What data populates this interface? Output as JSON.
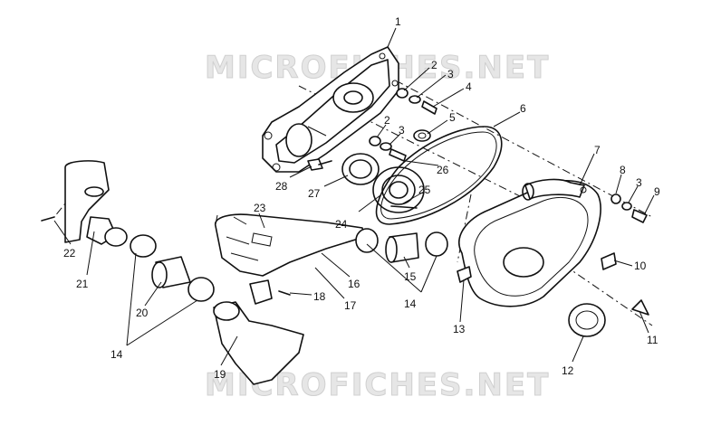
{
  "watermark": {
    "top": "MICROFICHES.NET",
    "bottom": "MICROFICHES.NET"
  },
  "callouts": [
    {
      "id": "c1",
      "label": "1"
    },
    {
      "id": "c2a",
      "label": "2"
    },
    {
      "id": "c3a",
      "label": "3"
    },
    {
      "id": "c4",
      "label": "4"
    },
    {
      "id": "c5",
      "label": "5"
    },
    {
      "id": "c2b",
      "label": "2"
    },
    {
      "id": "c3b",
      "label": "3"
    },
    {
      "id": "c6",
      "label": "6"
    },
    {
      "id": "c7",
      "label": "7"
    },
    {
      "id": "c8",
      "label": "8"
    },
    {
      "id": "c3c",
      "label": "3"
    },
    {
      "id": "c9",
      "label": "9"
    },
    {
      "id": "c10",
      "label": "10"
    },
    {
      "id": "c11",
      "label": "11"
    },
    {
      "id": "c12",
      "label": "12"
    },
    {
      "id": "c13",
      "label": "13"
    },
    {
      "id": "c14a",
      "label": "14"
    },
    {
      "id": "c14b",
      "label": "14"
    },
    {
      "id": "c15",
      "label": "15"
    },
    {
      "id": "c16",
      "label": "16"
    },
    {
      "id": "c17",
      "label": "17"
    },
    {
      "id": "c18",
      "label": "18"
    },
    {
      "id": "c19",
      "label": "19"
    },
    {
      "id": "c20",
      "label": "20"
    },
    {
      "id": "c21",
      "label": "21"
    },
    {
      "id": "c22",
      "label": "22"
    },
    {
      "id": "c23",
      "label": "23"
    },
    {
      "id": "c24",
      "label": "24"
    },
    {
      "id": "c25",
      "label": "25"
    },
    {
      "id": "c26",
      "label": "26"
    },
    {
      "id": "c27",
      "label": "27"
    },
    {
      "id": "c28",
      "label": "28"
    }
  ]
}
